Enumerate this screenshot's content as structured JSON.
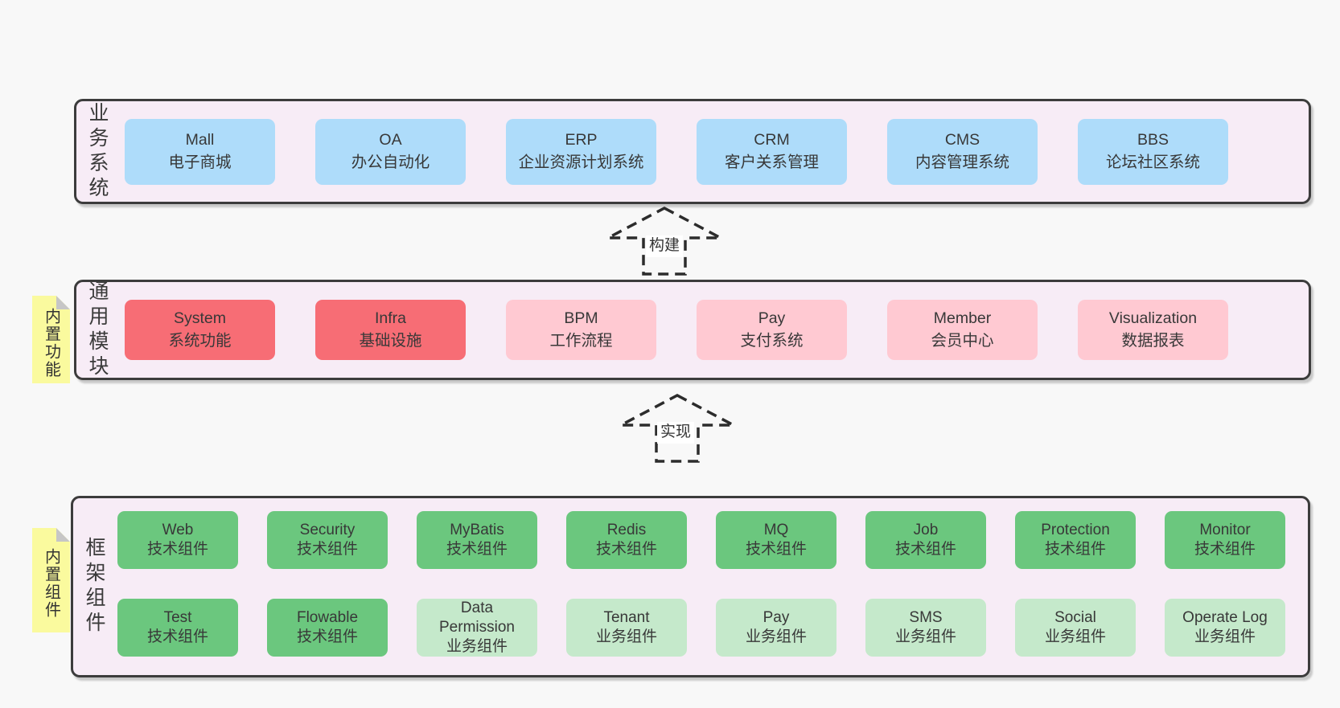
{
  "diagram": {
    "colors": {
      "page_bg": "#f8f8f8",
      "layer_bg": "#f7ecf6",
      "layer_border": "#3c3c3c",
      "business_box": "#aedcfa",
      "core_module_box": "#f76d75",
      "optional_module_box": "#ffc9d2",
      "tech_component_box": "#6bc77e",
      "biz_component_box": "#c5e9cb",
      "tag_bg": "#fafa9e",
      "text": "#383838"
    },
    "arrows": [
      {
        "label": "构建"
      },
      {
        "label": "实现"
      }
    ],
    "layers": [
      {
        "label": "业务系统",
        "boxes": [
          {
            "title": "Mall",
            "subtitle": "电子商城",
            "variant": "blue"
          },
          {
            "title": "OA",
            "subtitle": "办公自动化",
            "variant": "blue"
          },
          {
            "title": "ERP",
            "subtitle": "企业资源计划系统",
            "variant": "blue"
          },
          {
            "title": "CRM",
            "subtitle": "客户关系管理",
            "variant": "blue"
          },
          {
            "title": "CMS",
            "subtitle": "内容管理系统",
            "variant": "blue"
          },
          {
            "title": "BBS",
            "subtitle": "论坛社区系统",
            "variant": "blue"
          }
        ]
      },
      {
        "label": "通用模块",
        "tag": "内置功能",
        "boxes": [
          {
            "title": "System",
            "subtitle": "系统功能",
            "variant": "red"
          },
          {
            "title": "Infra",
            "subtitle": "基础设施",
            "variant": "red"
          },
          {
            "title": "BPM",
            "subtitle": "工作流程",
            "variant": "pink"
          },
          {
            "title": "Pay",
            "subtitle": "支付系统",
            "variant": "pink"
          },
          {
            "title": "Member",
            "subtitle": "会员中心",
            "variant": "pink"
          },
          {
            "title": "Visualization",
            "subtitle": "数据报表",
            "variant": "pink"
          }
        ]
      },
      {
        "label": "框架组件",
        "tag": "内置组件",
        "row1": [
          {
            "title": "Web",
            "subtitle": "技术组件",
            "variant": "green"
          },
          {
            "title": "Security",
            "subtitle": "技术组件",
            "variant": "green"
          },
          {
            "title": "MyBatis",
            "subtitle": "技术组件",
            "variant": "green"
          },
          {
            "title": "Redis",
            "subtitle": "技术组件",
            "variant": "green"
          },
          {
            "title": "MQ",
            "subtitle": "技术组件",
            "variant": "green"
          },
          {
            "title": "Job",
            "subtitle": "技术组件",
            "variant": "green"
          },
          {
            "title": "Protection",
            "subtitle": "技术组件",
            "variant": "green"
          },
          {
            "title": "Monitor",
            "subtitle": "技术组件",
            "variant": "green"
          }
        ],
        "row2": [
          {
            "title": "Test",
            "subtitle": "技术组件",
            "variant": "green"
          },
          {
            "title": "Flowable",
            "subtitle": "技术组件",
            "variant": "green"
          },
          {
            "title": "Data Permission",
            "subtitle": "业务组件",
            "variant": "lgreen"
          },
          {
            "title": "Tenant",
            "subtitle": "业务组件",
            "variant": "lgreen"
          },
          {
            "title": "Pay",
            "subtitle": "业务组件",
            "variant": "lgreen"
          },
          {
            "title": "SMS",
            "subtitle": "业务组件",
            "variant": "lgreen"
          },
          {
            "title": "Social",
            "subtitle": "业务组件",
            "variant": "lgreen"
          },
          {
            "title": "Operate Log",
            "subtitle": "业务组件",
            "variant": "lgreen"
          }
        ]
      }
    ]
  }
}
